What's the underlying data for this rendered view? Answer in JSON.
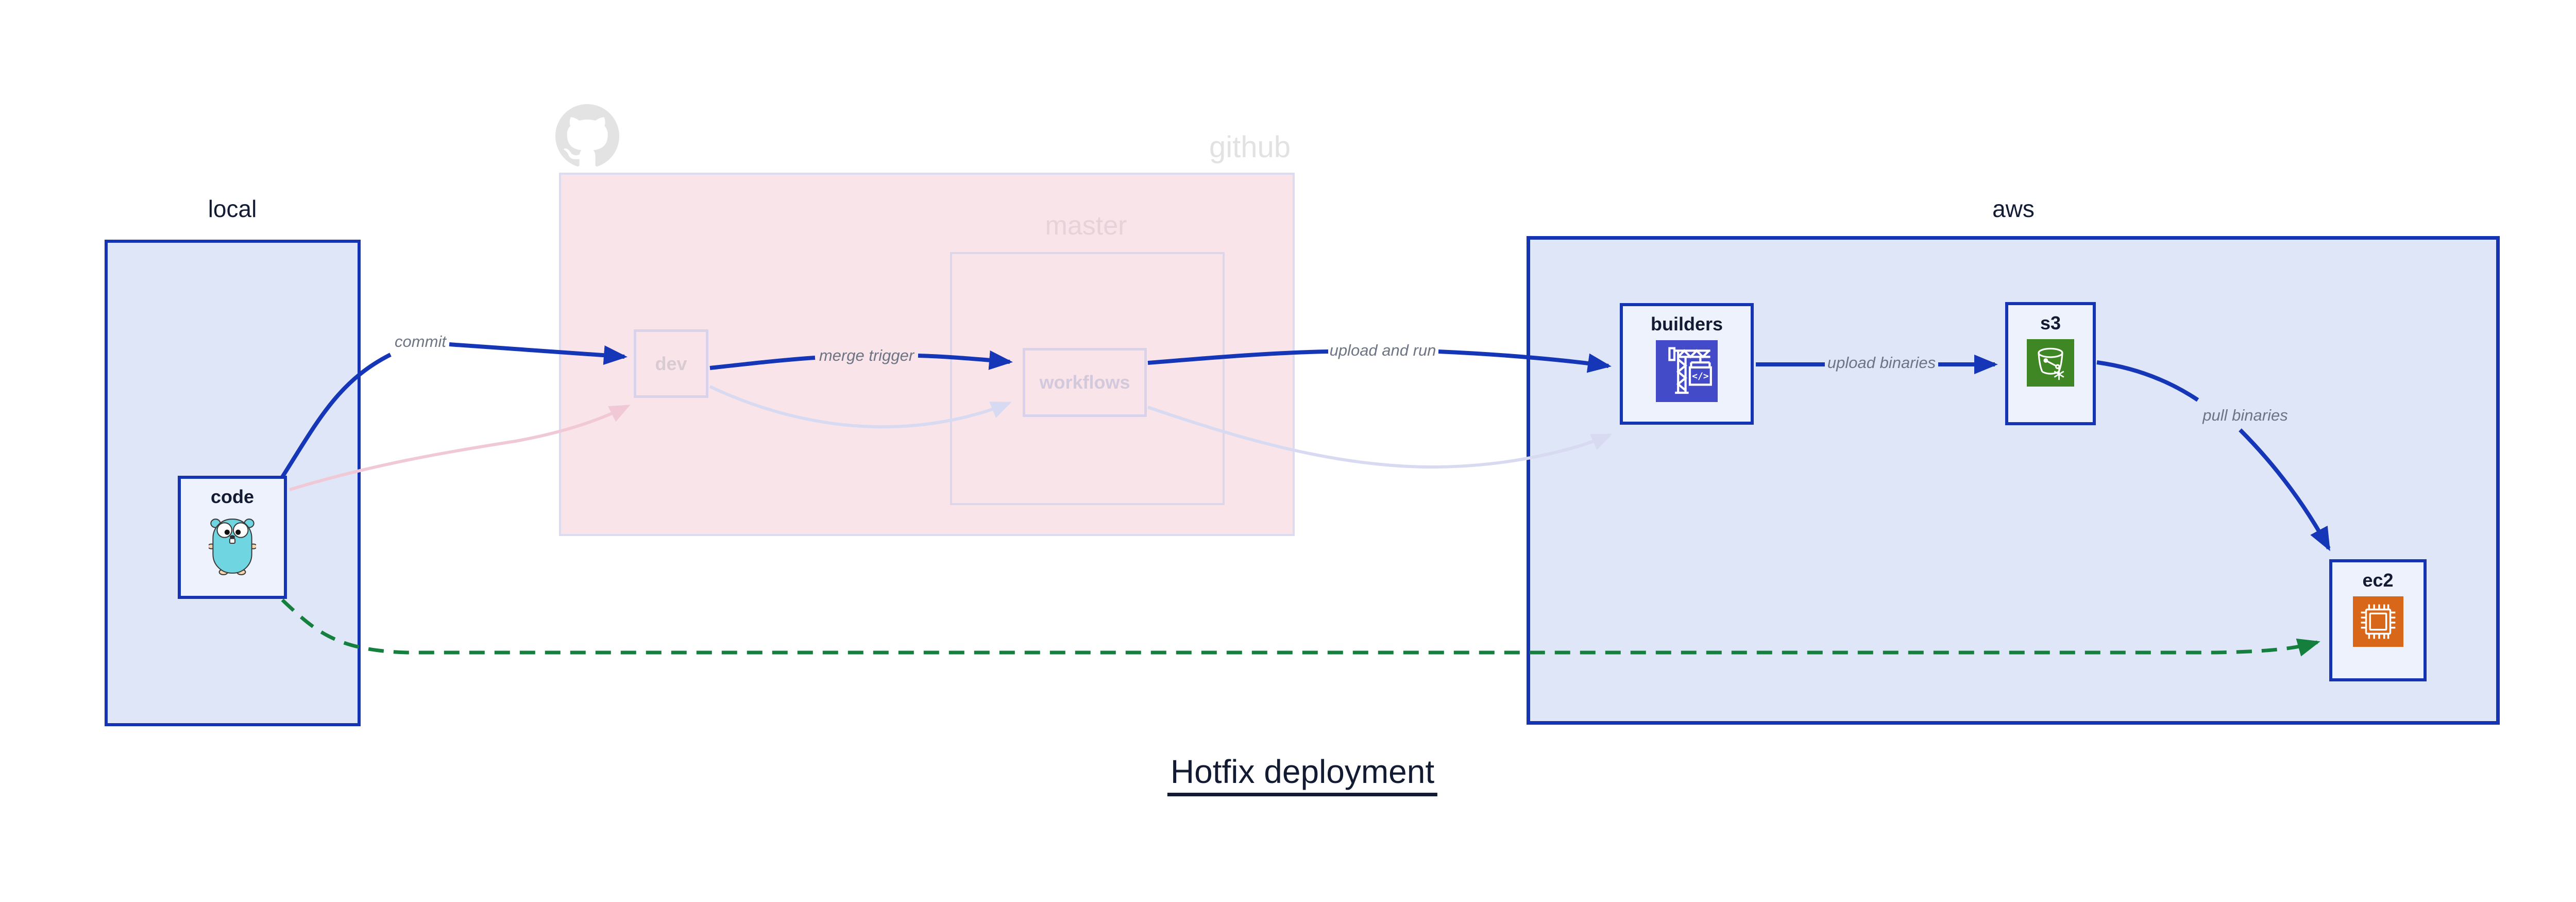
{
  "title": "Hotfix deployment",
  "groups": {
    "local": {
      "label": "local"
    },
    "github": {
      "label": "github",
      "master_label": "master"
    },
    "aws": {
      "label": "aws"
    }
  },
  "nodes": {
    "code": {
      "label": "code",
      "icon": "go-gopher-icon"
    },
    "dev": {
      "label": "dev"
    },
    "workflows": {
      "label": "workflows"
    },
    "builders": {
      "label": "builders",
      "icon": "codebuild-crane-icon"
    },
    "s3": {
      "label": "s3",
      "icon": "s3-bucket-icon"
    },
    "ec2": {
      "label": "ec2",
      "icon": "ec2-chip-icon"
    }
  },
  "edges": [
    {
      "id": "commit",
      "from": "code",
      "to": "dev",
      "label": "commit",
      "style": "solid-blue"
    },
    {
      "id": "merge-trigger",
      "from": "dev",
      "to": "workflows",
      "label": "merge trigger",
      "style": "solid-blue"
    },
    {
      "id": "upload-and-run",
      "from": "workflows",
      "to": "builders",
      "label": "upload and run",
      "style": "solid-blue"
    },
    {
      "id": "upload-binaries",
      "from": "builders",
      "to": "s3",
      "label": "upload binaries",
      "style": "solid-blue"
    },
    {
      "id": "pull-binaries",
      "from": "s3",
      "to": "ec2",
      "label": "pull binaries",
      "style": "solid-blue"
    },
    {
      "id": "hotfix-direct-deploy",
      "from": "code",
      "to": "ec2",
      "label": "",
      "style": "dashed-green"
    },
    {
      "id": "commit-faded",
      "from": "code",
      "to": "dev",
      "label": "",
      "style": "faded-pink"
    },
    {
      "id": "merge-faded",
      "from": "dev",
      "to": "workflows",
      "label": "",
      "style": "faded-lavender"
    },
    {
      "id": "upload-faded",
      "from": "workflows",
      "to": "builders",
      "label": "",
      "style": "faded-lavender"
    }
  ],
  "theme": {
    "accent_blue": "#1434b3",
    "arrow_blue": "#1636b8",
    "green_dashed": "#157f3d",
    "faded_pink": "#f1c9d6",
    "faded_lavender": "#d7daf0",
    "group_fill_blue": "#dfe6f8",
    "node_fill": "#eef2fc",
    "github_fill": "#f9e4ea",
    "github_border": "#dcdcf0",
    "edge_label_gray": "#6d7483",
    "dark_text": "#131b33",
    "light_gray_label": "#e2e2e2",
    "octocat_gray": "#e3e3e3",
    "codebuild_purple": "#444bc8",
    "s3_green": "#3f8624",
    "ec2_orange": "#d9671a",
    "gopher_teal": "#6fd5e0"
  }
}
